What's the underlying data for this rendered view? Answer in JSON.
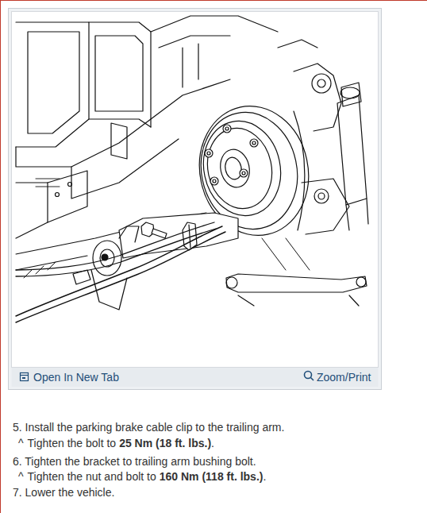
{
  "diagram": {
    "labels": [
      "Open In New Tab",
      "Zoom/Print",
      "5. Install the parking brake cable clip to the trailing arm.",
      "^",
      "Tighten the bolt to",
      "25 Nm (18 ft. lbs.)",
      ".",
      "6. Tighten the bracket to trailing arm bushing bolt.",
      "^",
      "Tighten the nut and bolt to",
      "160 Nm (118 ft. lbs.)",
      ".",
      "7. Lower the vehicle."
    ]
  }
}
